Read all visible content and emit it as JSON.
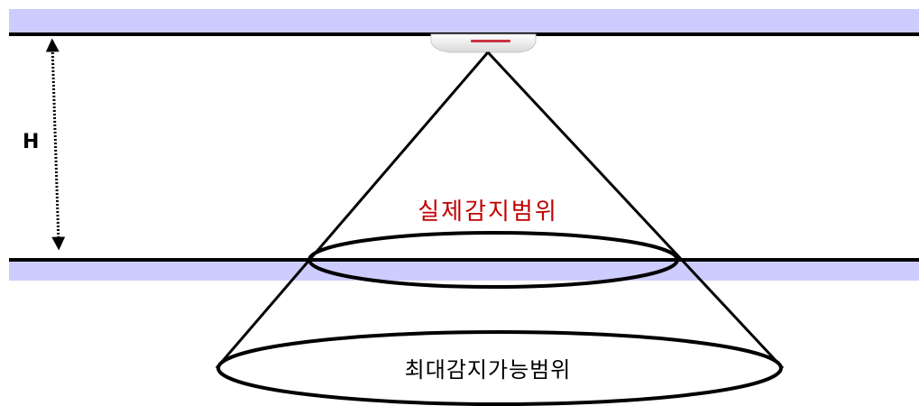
{
  "diagram": {
    "height_label": "H",
    "actual_range_label": "실제감지범위",
    "max_range_label": "최대감지가능범위"
  },
  "colors": {
    "band": "#ccccff",
    "line": "#000000",
    "actual_label": "#c00000",
    "sensor_body": "#f2f2f2",
    "sensor_led": "#cc3344"
  },
  "icons": {
    "sensor": "ceiling-sensor-icon"
  }
}
